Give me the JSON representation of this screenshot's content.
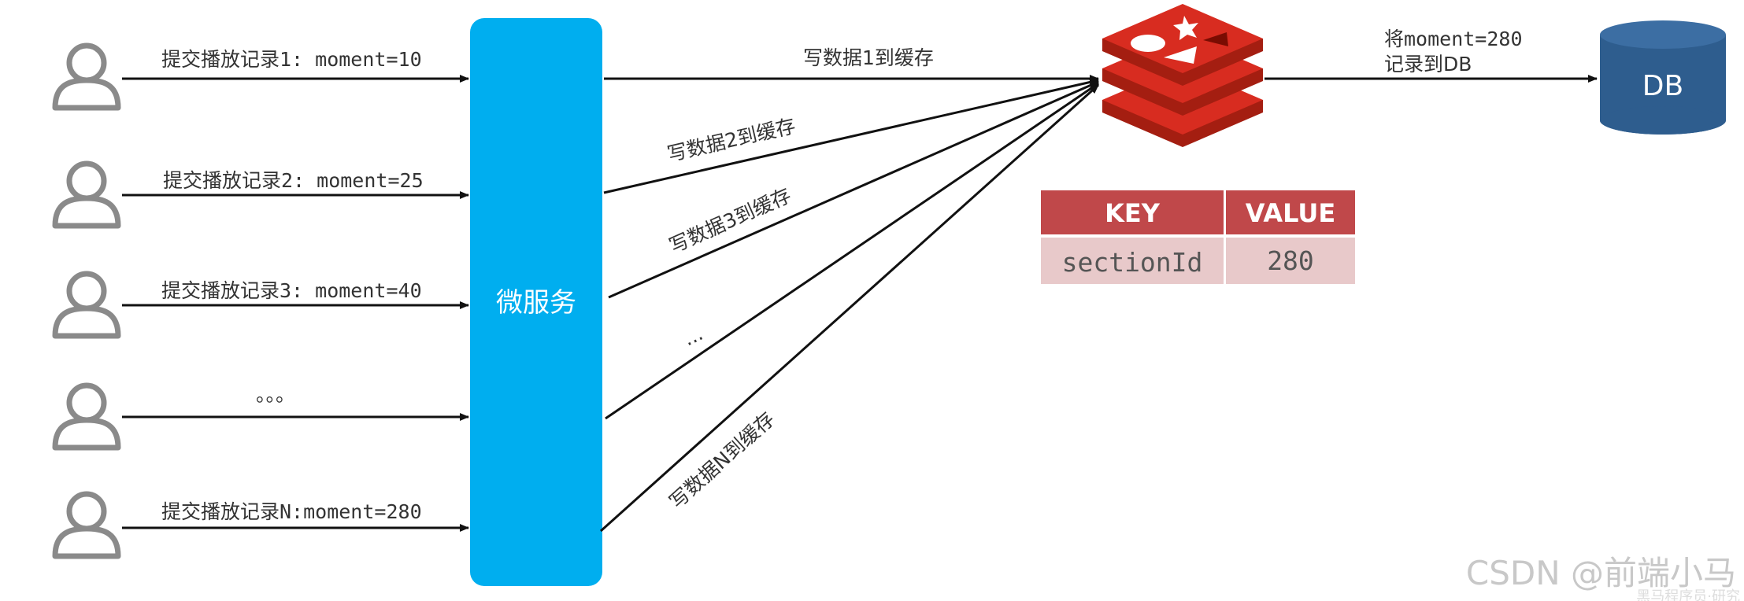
{
  "users": [
    {
      "label": "提交播放记录1: moment=10"
    },
    {
      "label": "提交播放记录2: moment=25"
    },
    {
      "label": "提交播放记录3: moment=40"
    },
    {
      "label": "。。。"
    },
    {
      "label": "提交播放记录N:moment=280"
    }
  ],
  "service": {
    "label": "微服务"
  },
  "cache_writes": [
    {
      "label": "写数据1到缓存"
    },
    {
      "label": "写数据2到缓存"
    },
    {
      "label": "写数据3到缓存"
    },
    {
      "label": "..."
    },
    {
      "label": "写数据N到缓存"
    }
  ],
  "db_write": {
    "line1": "将moment=280",
    "line2": "记录到DB"
  },
  "db": {
    "label": "DB"
  },
  "kv_table": {
    "headers": [
      "KEY",
      "VALUE"
    ],
    "row": [
      "sectionId",
      "280"
    ]
  },
  "watermark": {
    "text": "CSDN @前端小马",
    "sub": "黑马程序员·研究"
  },
  "colors": {
    "service": "#00AEEF",
    "redis": "#D82C20",
    "db": "#2E5D8E",
    "table_header": "#C0484A",
    "table_body": "#E8C9CA",
    "person": "#8A8A8A"
  }
}
